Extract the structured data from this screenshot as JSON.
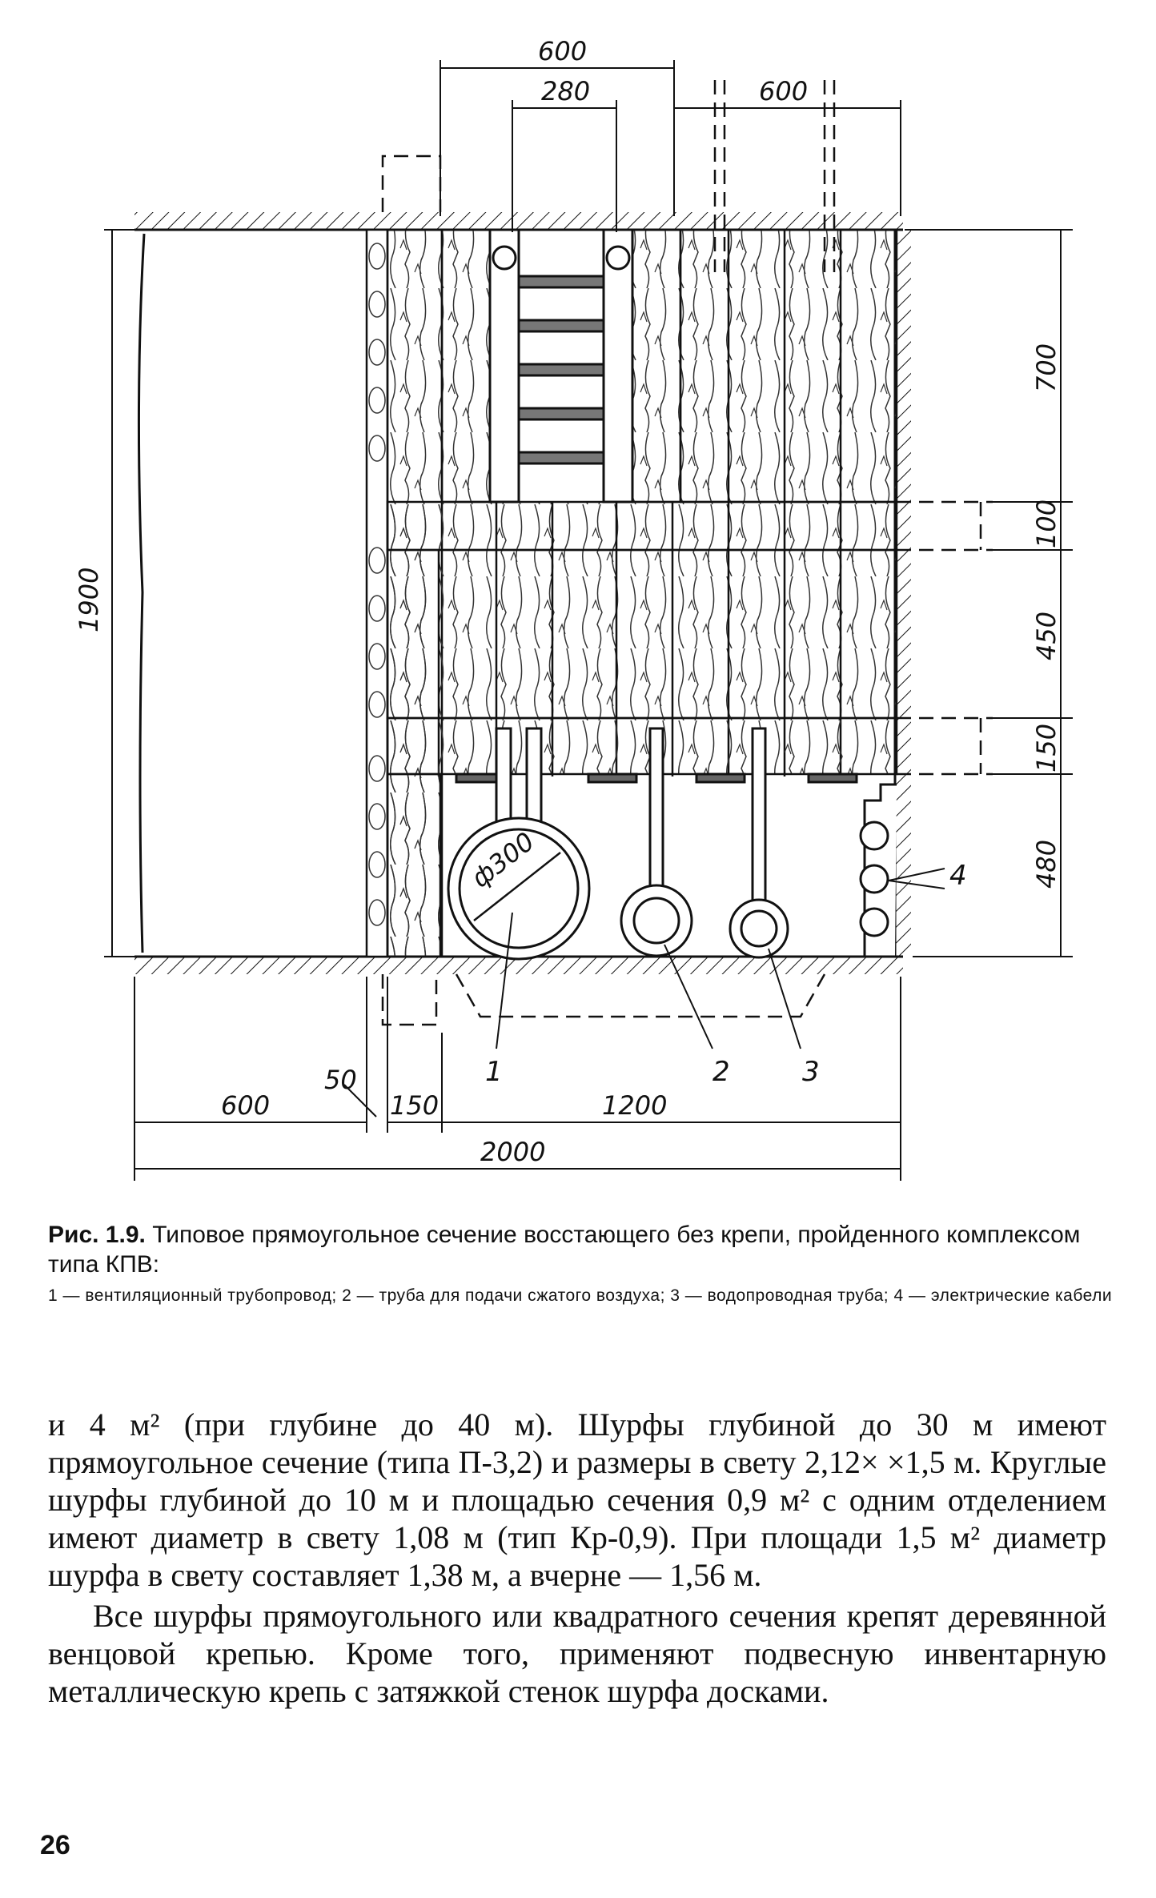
{
  "figure": {
    "dimensions": {
      "top_600": "600",
      "top_280": "280",
      "top_right_600": "600",
      "left_1900": "1900",
      "right_700": "700",
      "right_100": "100",
      "right_450": "450",
      "right_150": "150",
      "right_480": "480",
      "bottom_50": "50",
      "bottom_600": "600",
      "bottom_150": "150",
      "bottom_1200": "1200",
      "bottom_2000": "2000",
      "pipe_diameter": "ф300"
    },
    "labels": {
      "l1": "1",
      "l2": "2",
      "l3": "3",
      "l4": "4"
    }
  },
  "caption": {
    "prefix": "Рис. 1.9.",
    "title": " Типовое прямоугольное сечение восстающего без крепи, пройденного комплексом типа КПВ:",
    "legend": "1 — вентиляционный трубопровод; 2 — труба для подачи сжатого воздуха; 3 — водопроводная труба; 4 — электрические кабели"
  },
  "body": {
    "para1": "и 4 м² (при глубине до 40 м). Шурфы глубиной до 30 м имеют прямоугольное сечение (типа П-3,2) и размеры в свету 2,12× ×1,5 м. Круглые шурфы глубиной до 10 м и площадью сечения 0,9 м² с одним отделением имеют диаметр в свету 1,08 м (тип Кр-0,9). При площади 1,5 м² диаметр шурфа в свету составляет 1,38 м, а вчерне — 1,56 м.",
    "para2": "Все шурфы прямоугольного или квадратного сечения крепят деревянной венцовой крепью. Кроме того, применяют подвесную инвентарную металлическую крепь с затяжкой стенок шурфа досками."
  },
  "page_number": "26"
}
